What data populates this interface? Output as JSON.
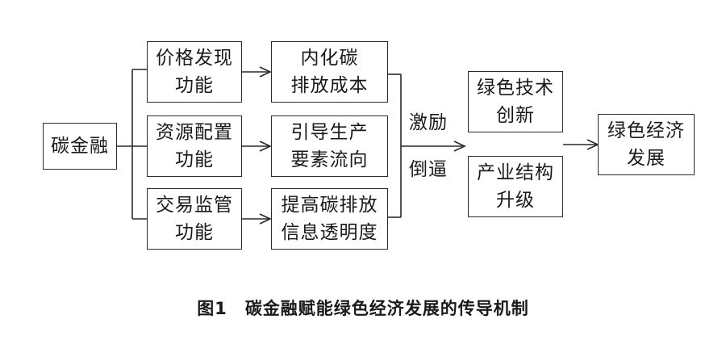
{
  "diagram": {
    "nodes": {
      "carbon_finance": "碳金融",
      "price_discovery": "价格发现\n功能",
      "internalize_cost": "内化碳\n排放成本",
      "resource_allocation": "资源配置\n功能",
      "guide_factors": "引导生产\n要素流向",
      "trade_regulation": "交易监管\n功能",
      "info_transparency": "提高碳排放\n信息透明度",
      "green_tech": "绿色技术\n创新",
      "industry_upgrade": "产业结构\n升级",
      "green_development": "绿色经济\n发展"
    },
    "edge_labels": {
      "incentive": "激励",
      "force": "倒逼"
    }
  },
  "caption": {
    "number": "图1",
    "text": "碳金融赋能绿色经济发展的传导机制"
  }
}
